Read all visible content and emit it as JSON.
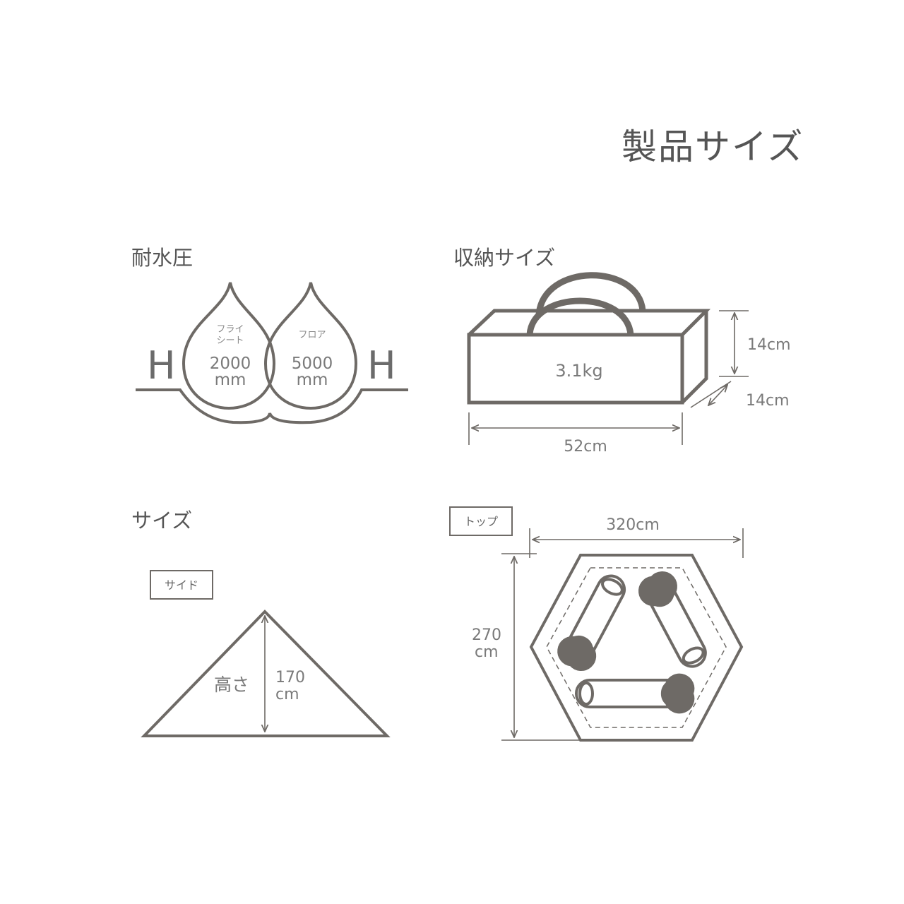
{
  "title": "製品サイズ",
  "water_resistance": {
    "heading": "耐水圧",
    "left_letter": "H",
    "right_letter": "H",
    "fly_label_line1": "フライ",
    "fly_label_line2": "シート",
    "fly_value": "2000",
    "fly_unit": "mm",
    "floor_label": "フロア",
    "floor_value": "5000",
    "floor_unit": "mm"
  },
  "storage": {
    "heading": "収納サイズ",
    "weight": "3.1kg",
    "height": "14cm",
    "depth": "14cm",
    "width": "52cm"
  },
  "size": {
    "heading": "サイズ",
    "side_tag": "サイド",
    "height_label": "高さ",
    "height_value": "170",
    "height_unit": "cm",
    "top_tag": "トップ",
    "top_width": "320cm",
    "top_depth_value": "270",
    "top_depth_unit": "cm"
  },
  "colors": {
    "line": "#6e6a66",
    "text": "#555555"
  },
  "icons": [
    "water-drop-icon",
    "storage-bag-icon",
    "tent-side-icon",
    "tent-top-icon",
    "sleeping-bag-icon"
  ]
}
